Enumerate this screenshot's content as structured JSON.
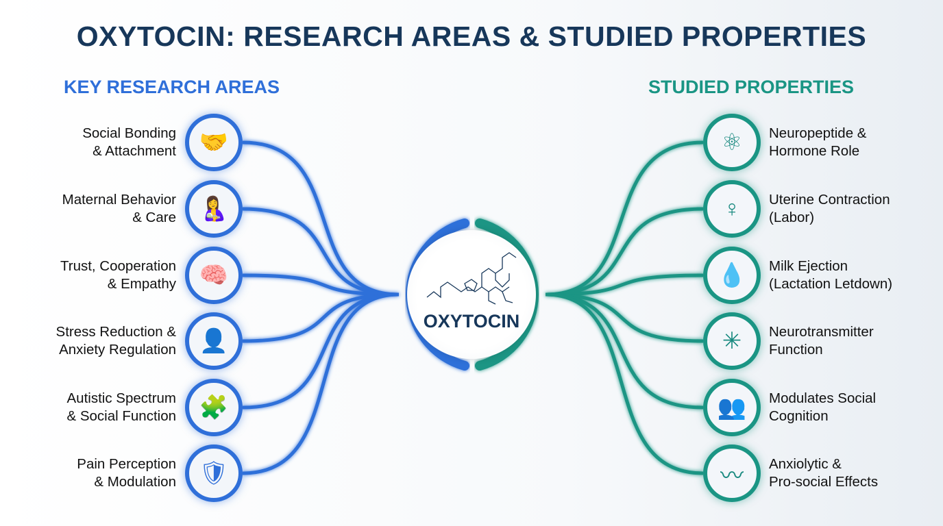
{
  "title": "OXYTOCIN: RESEARCH AREAS & STUDIED PROPERTIES",
  "left_heading": "KEY RESEARCH AREAS",
  "right_heading": "STUDIED PROPERTIES",
  "center_label": "OXYTOCIN",
  "colors": {
    "left": "#2f6fd9",
    "right": "#1a9584",
    "title": "#17375a"
  },
  "left_items": [
    {
      "line1": "Social Bonding",
      "line2": "& Attachment",
      "icon": "handshake-heart-icon",
      "glyph": "🤝"
    },
    {
      "line1": "Maternal Behavior",
      "line2": "& Care",
      "icon": "mother-child-icon",
      "glyph": "🤱"
    },
    {
      "line1": "Trust, Cooperation",
      "line2": "& Empathy",
      "icon": "brain-gear-icon",
      "glyph": "🧠"
    },
    {
      "line1": "Stress Reduction &",
      "line2": "Anxiety Regulation",
      "icon": "person-cloud-icon",
      "glyph": "👤"
    },
    {
      "line1": "Autistic Spectrum",
      "line2": "& Social Function",
      "icon": "brain-puzzle-icon",
      "glyph": "🧩"
    },
    {
      "line1": "Pain Perception",
      "line2": "& Modulation",
      "icon": "brain-shield-icon",
      "glyph": "🛡"
    }
  ],
  "right_items": [
    {
      "line1": "Neuropeptide &",
      "line2": "Hormone Role",
      "icon": "molecule-gland-icon",
      "glyph": "⚛"
    },
    {
      "line1": "Uterine Contraction",
      "line2": "(Labor)",
      "icon": "uterus-icon",
      "glyph": "♀"
    },
    {
      "line1": "Milk Ejection",
      "line2": "(Lactation Letdown)",
      "icon": "milk-drop-icon",
      "glyph": "💧"
    },
    {
      "line1": "Neurotransmitter",
      "line2": "Function",
      "icon": "neuron-icon",
      "glyph": "✳"
    },
    {
      "line1": "Modulates Social",
      "line2": "Cognition",
      "icon": "social-heads-icon",
      "glyph": "👥"
    },
    {
      "line1": "Anxiolytic &",
      "line2": "Pro-social Effects",
      "icon": "brain-pulse-icon",
      "glyph": "〰"
    }
  ]
}
